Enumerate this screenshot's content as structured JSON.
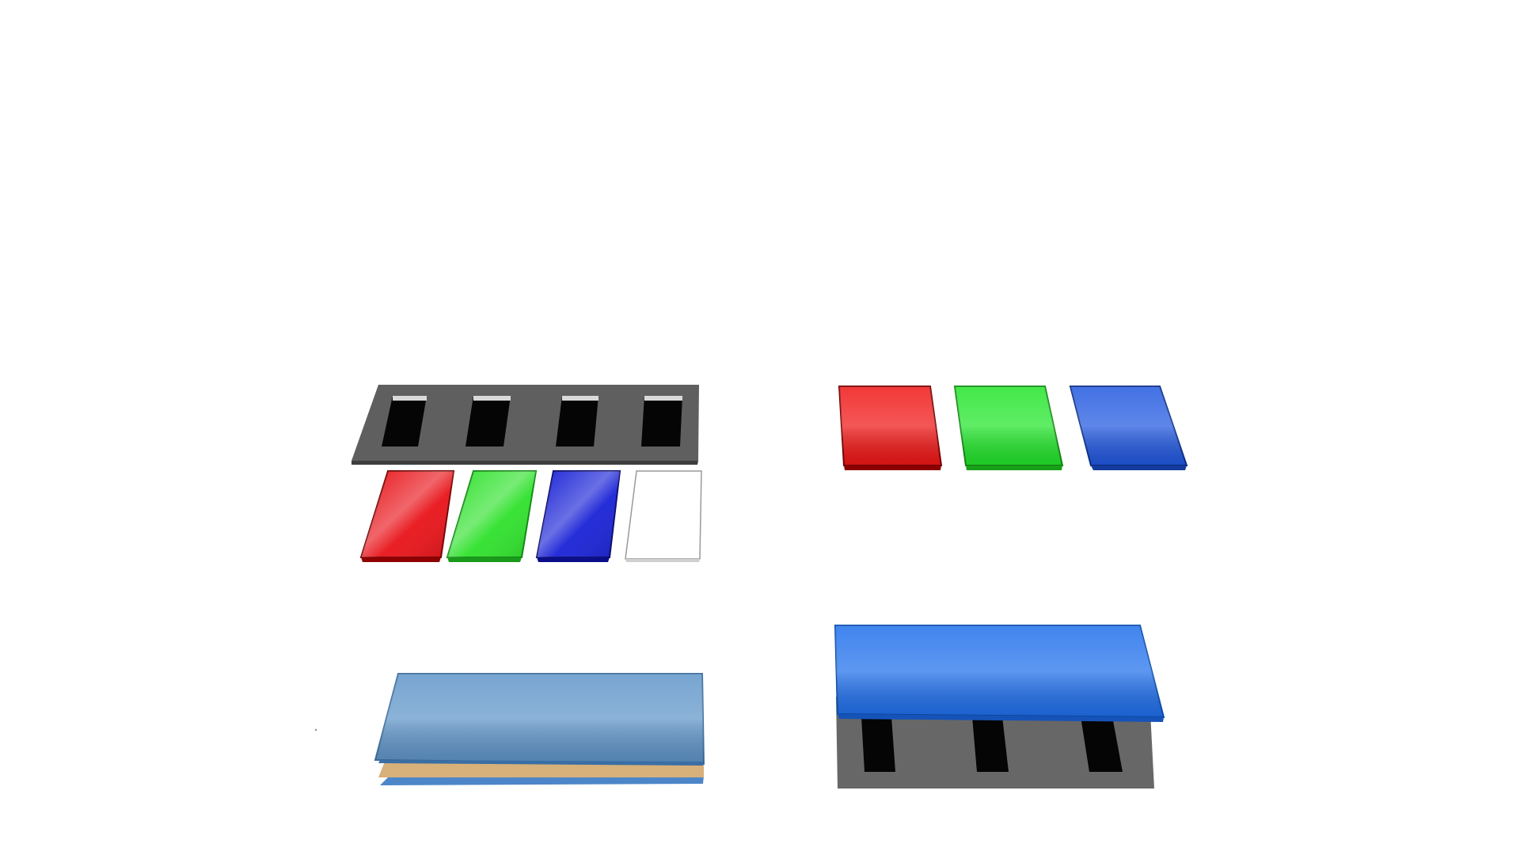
{
  "scene": {
    "background": "#ffffff",
    "groups": [
      {
        "id": "color-filter-array-exploded",
        "mask": {
          "color": "#5f5f5f",
          "slot_color": "#050505",
          "slots": 4
        },
        "filters": [
          {
            "name": "red-filter",
            "color": "#e8141a"
          },
          {
            "name": "green-filter",
            "color": "#2fe12c"
          },
          {
            "name": "blue-filter",
            "color": "#1a23d6"
          },
          {
            "name": "white-filter",
            "color": "#ffffff"
          }
        ]
      },
      {
        "id": "rgb-subpixel-filters",
        "filters": [
          {
            "name": "red-filter",
            "color": "#f01515"
          },
          {
            "name": "green-filter",
            "color": "#22e52a"
          },
          {
            "name": "blue-filter",
            "color": "#2158e0"
          }
        ]
      },
      {
        "id": "laminated-glass-stack",
        "layers": [
          {
            "name": "top-glass-layer",
            "color": "#5f95c9"
          },
          {
            "name": "middle-adhesive-layer",
            "color": "#d7b07a"
          },
          {
            "name": "bottom-glass-layer",
            "color": "#4d86c8"
          }
        ]
      },
      {
        "id": "blue-layer-over-mask",
        "cover": {
          "name": "blue-cover-layer",
          "color": "#1f6fec"
        },
        "mask": {
          "color": "#676767",
          "slot_color": "#050505",
          "slots": 3
        }
      }
    ]
  }
}
